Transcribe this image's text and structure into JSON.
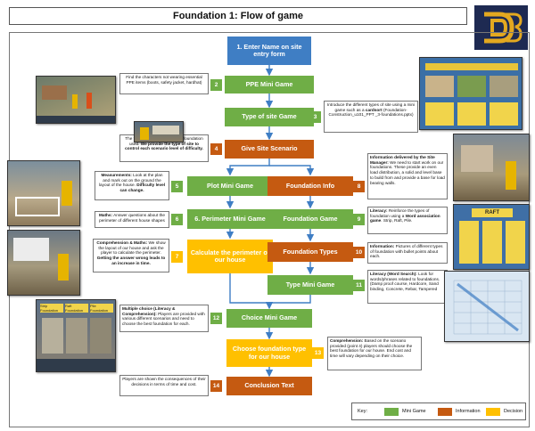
{
  "title": "Foundation 1: Flow of game",
  "colors": {
    "blue": "#3f7ec4",
    "mini_game": "#6fae46",
    "information": "#c55a11",
    "decision": "#ffc000"
  },
  "logo": {
    "icon": "db-monogram-logo"
  },
  "flow": {
    "enter": "1. Enter Name on site entry form",
    "ppe": "PPE Mini Game",
    "site_type": "Type of site Game",
    "scenario": "Give Site Scenario",
    "plot": "Plot Mini Game",
    "foundation_info": "Foundation Info",
    "perimeter": "6. Perimeter Mini Game",
    "foundation_game": "Foundation Game",
    "calc": "Calculate the perimeter of our house",
    "foundation_types": "Foundation Types",
    "type_mini": "Type Mini Game",
    "choice": "Choice Mini Game",
    "choose": "Choose foundation type for our house",
    "conclusion": "Conclusion Text"
  },
  "numbers": [
    "2",
    "3",
    "4",
    "5",
    "6",
    "7",
    "8",
    "9",
    "10",
    "11",
    "12",
    "13",
    "14"
  ],
  "notes": {
    "n2": "Find the characters not wearing essential PPE items (boots, safety jacket, hardhat)",
    "n3_a": "Introduce the different types of site using a mini game such as a ",
    "n3_b": "cardsort",
    "n3_c": " (Foundation-Construction_u101_PPT _3-foundations.pptx)",
    "n4_a": "The type of site determines the foundation used. ",
    "n4_b": "We provide the type of site to control each scenario level of difficulty.",
    "n5_a": "Measurements:",
    "n5_b": " Look at the plan and mark out on the ground the layout of the house. ",
    "n5_c": "Difficulty level can change.",
    "n6_a": "Maths:",
    "n6_b": " Answer questions about the perimeter of different house shapes",
    "n7_a": "Comprehension & Maths:",
    "n7_b": " We show the layout of our house and ask the player to calculate the perimeter. ",
    "n7_c": "Getting the answer wrong leads to an increase in time.",
    "n8_a": "Information delivered by the Site Manager:",
    "n8_b": " We need to start work on our foundations. These provide an even load distribution, a solid and level base to build from and provide a base for load bearing walls.",
    "n9_a": "Literacy:",
    "n9_b": " Reinforce the types of foundation using a ",
    "n9_c": "Word association game",
    "n9_d": ". Strip, Raft, Pile.",
    "n10_a": "Information:",
    "n10_b": " Pictures of different types of foundation with bullet points about each.",
    "n11_a": "Literacy (Word Search):",
    "n11_b": " Look for words/phrases related to foundations. (Damp proof course, Hardcore, Sand binding, Concrete, Rebar, Tampered",
    "n12_a": "Multiple choice (Literacy & Comprehension):",
    "n12_b": " Players are provided with various different scenarios and need to choose the best foundation for each.",
    "n13_a": "Comprehension:",
    "n13_b": " Based on the scenario provided (point 4) players should choose the best foundation for our house. End cost and time will vary depending on their choice.",
    "n14": "Players are shown the consequences of their decisions in terms of time and cost."
  },
  "screens": {
    "raft_label": "RAFT",
    "choice_labels": [
      "Strip Foundation",
      "Raft Foundation",
      "Pile Foundation"
    ]
  },
  "key": {
    "label": "Key:",
    "mini_game": "Mini Game",
    "information": "Information",
    "decision": "Decision"
  }
}
